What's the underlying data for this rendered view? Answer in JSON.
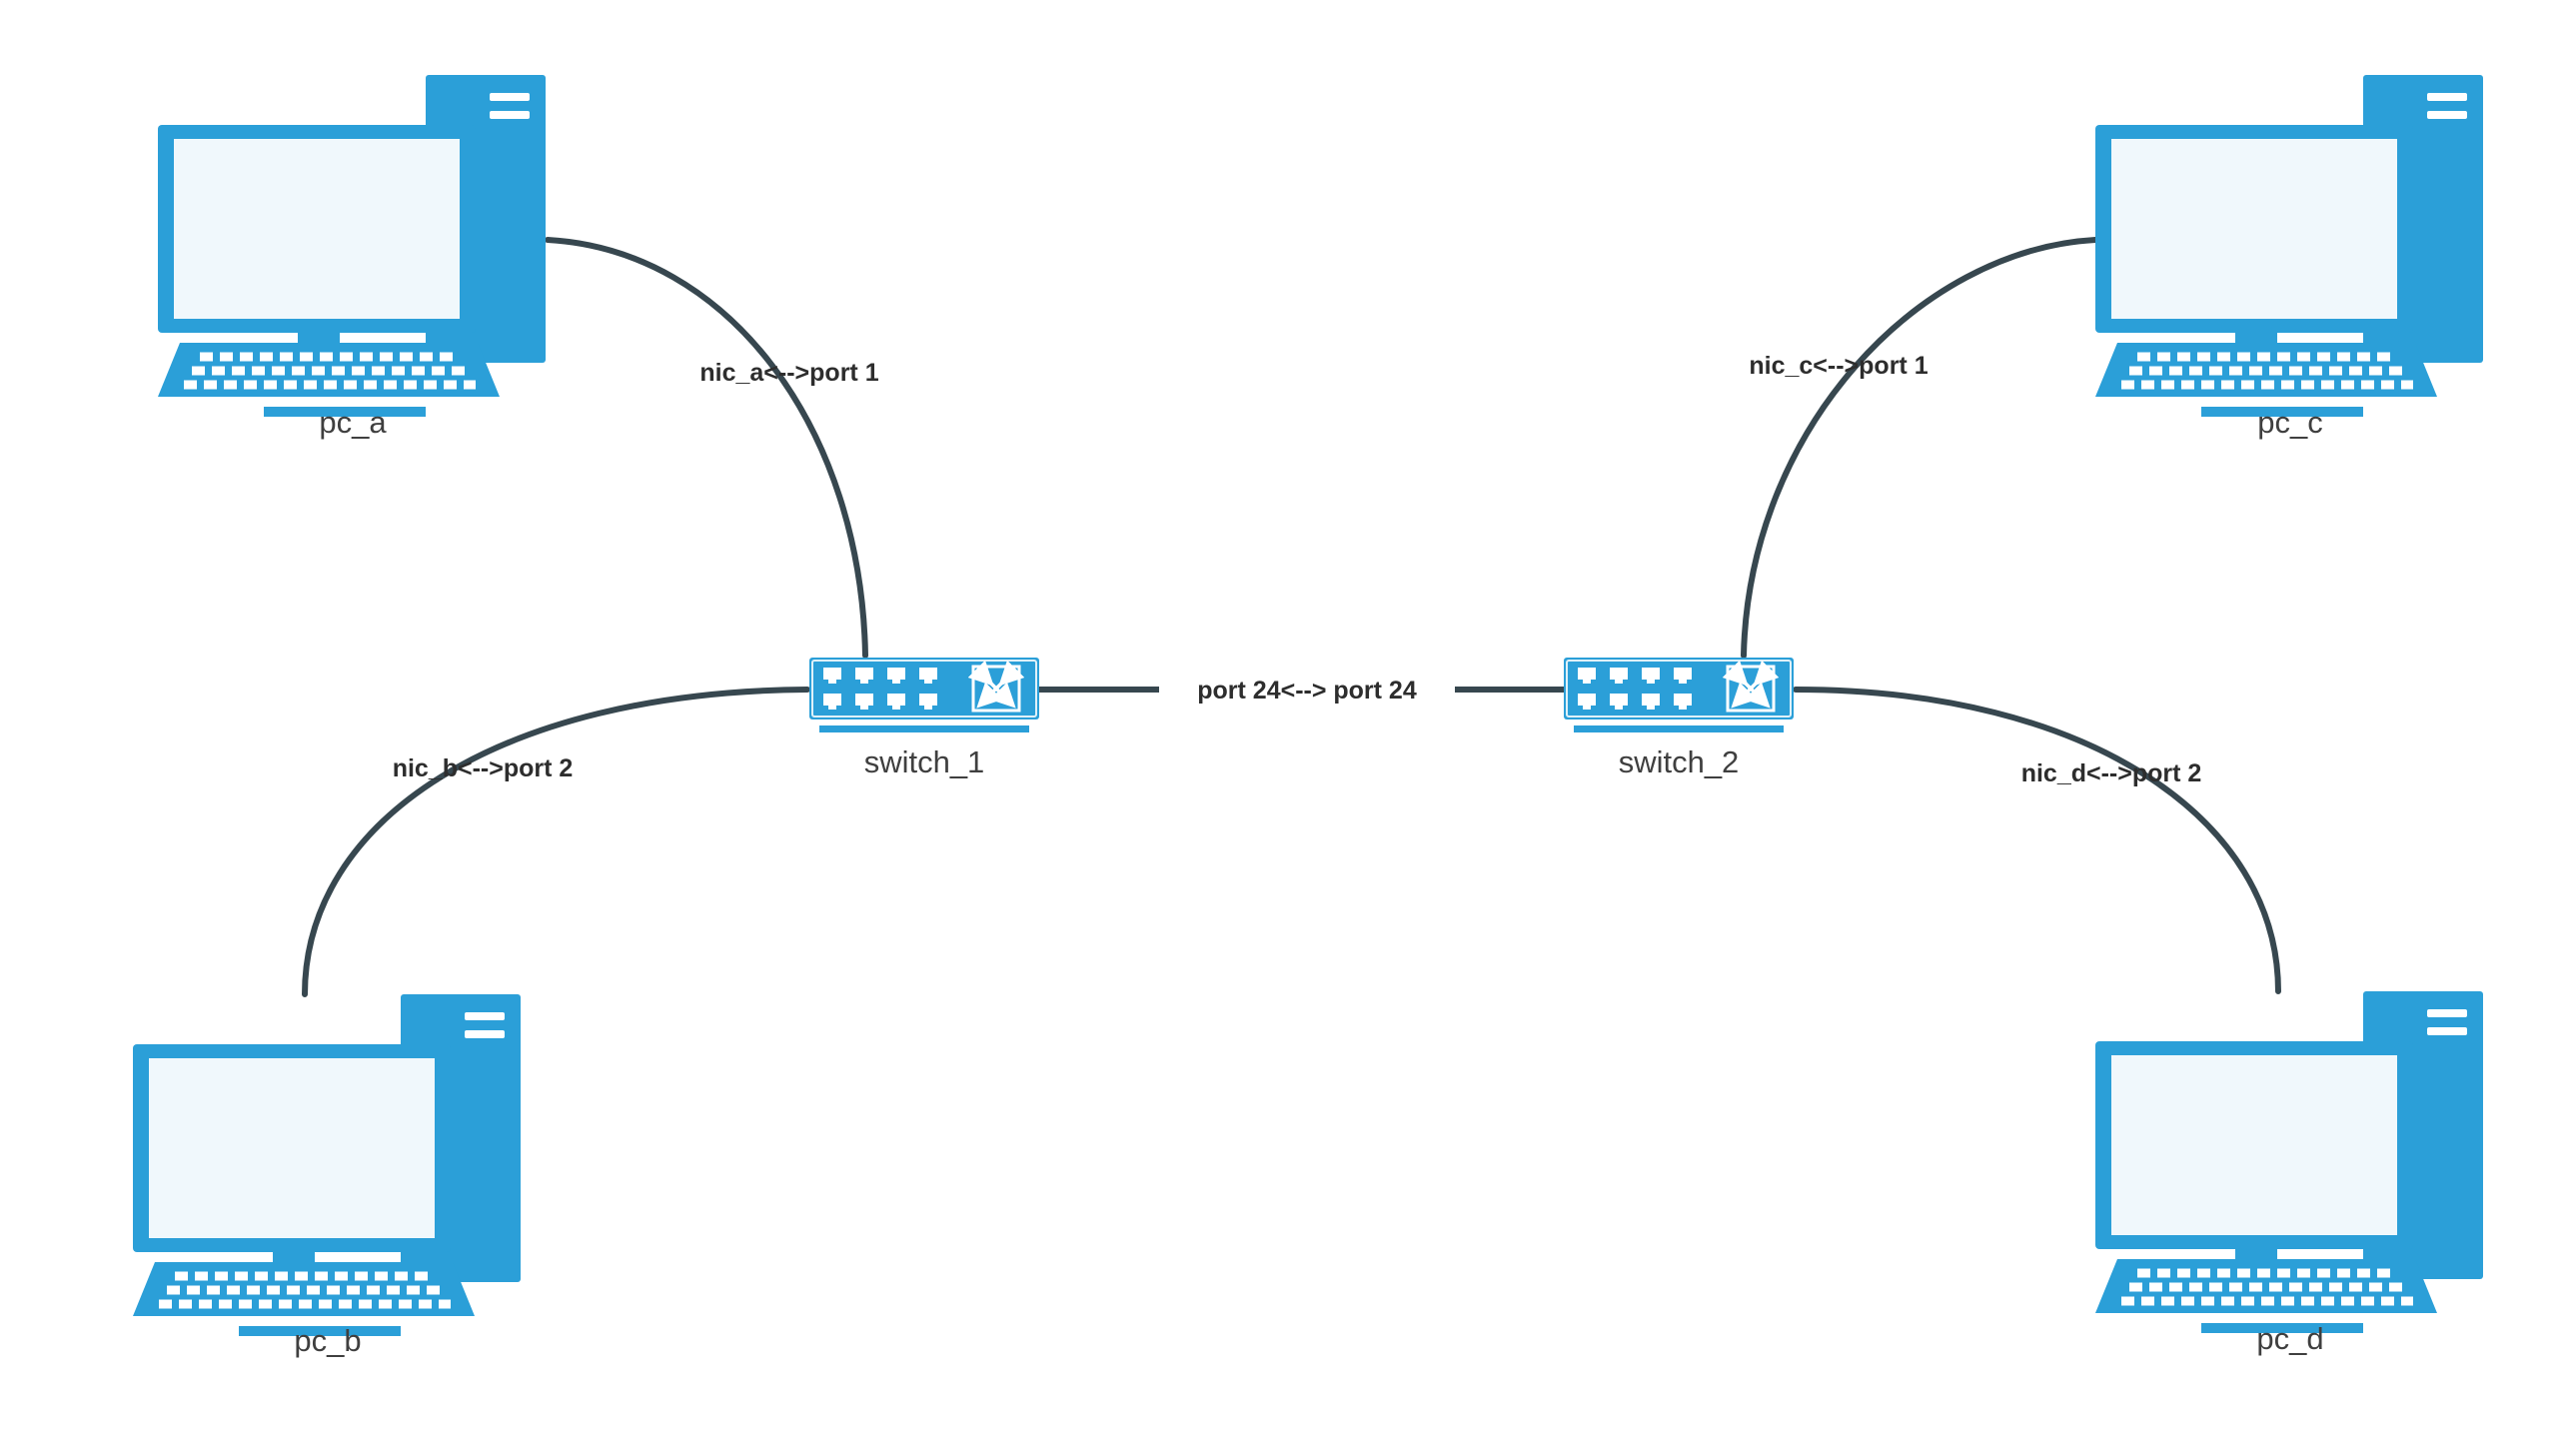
{
  "diagram": {
    "nodes": {
      "pc_a": {
        "label": "pc_a",
        "icon": "desktop-pc-icon"
      },
      "pc_b": {
        "label": "pc_b",
        "icon": "desktop-pc-icon"
      },
      "pc_c": {
        "label": "pc_c",
        "icon": "desktop-pc-icon"
      },
      "pc_d": {
        "label": "pc_d",
        "icon": "desktop-pc-icon"
      },
      "switch_1": {
        "label": "switch_1",
        "icon": "network-switch-icon"
      },
      "switch_2": {
        "label": "switch_2",
        "icon": "network-switch-icon"
      }
    },
    "edges": {
      "pc_a__switch_1": {
        "label": "nic_a<-->port 1"
      },
      "pc_b__switch_1": {
        "label": "nic_b<-->port 2"
      },
      "pc_c__switch_2": {
        "label": "nic_c<-->port 1"
      },
      "pc_d__switch_2": {
        "label": "nic_d<-->port 2"
      },
      "switch_1__switch_2": {
        "label": "port 24<--> port 24"
      }
    },
    "colors": {
      "device_blue": "#2b9fd8",
      "screen_fill": "#f0f8fc",
      "edge_line": "#37474f",
      "node_label_text": "#3f3f3f",
      "edge_label_text": "#2d2d2d"
    }
  }
}
